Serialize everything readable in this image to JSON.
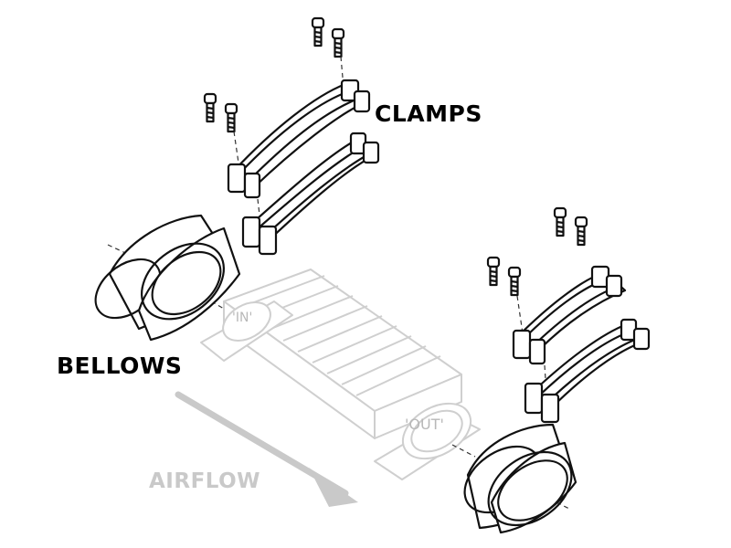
{
  "labels": {
    "clamps": "CLAMPS",
    "bellows": "BELLOWS",
    "airflow": "AIRFLOW",
    "inlet": "'IN'",
    "outlet": "'OUT'"
  },
  "colors": {
    "ink": "#111111",
    "faded": "#cfcfcf",
    "airflow_arrow": "#c9c9c9"
  }
}
